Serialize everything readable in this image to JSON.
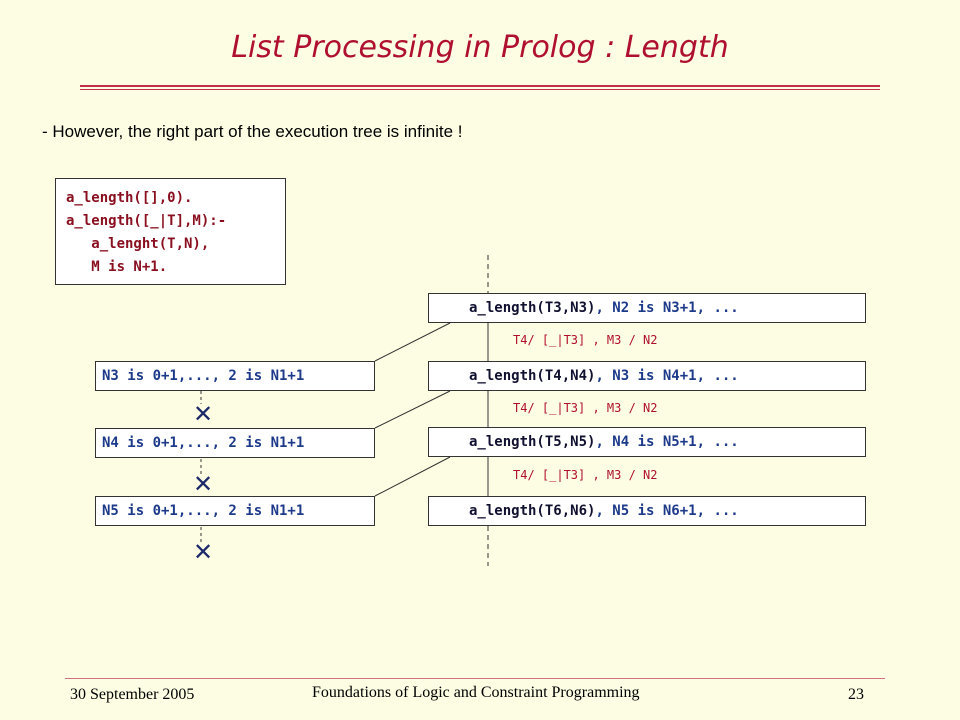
{
  "title": "List Processing in Prolog : Length",
  "bullet": "-  However, the right part of the execution tree is infinite !",
  "code": {
    "line1": "a_length([],0).",
    "line2": "a_length([_|T],M):-",
    "line3": "   a_lenght(T,N),",
    "line4": "   M is N+1."
  },
  "goals": [
    {
      "first": "a_length(T3,N3)",
      "rest": ", N2 is N3+1, ..."
    },
    {
      "first": "a_length(T4,N4)",
      "rest": ", N3 is N4+1, ..."
    },
    {
      "first": "a_length(T5,N5)",
      "rest": ", N4 is N5+1, ..."
    },
    {
      "first": "a_length(T6,N6)",
      "rest": ", N5 is N6+1, ..."
    }
  ],
  "substitutions": [
    "T4/ [_|T3] , M3 / N2",
    "T4/ [_|T3] , M3 / N2",
    "T4/ [_|T3] , M3 / N2"
  ],
  "left_goals": [
    "N3 is 0+1,..., 2 is N1+1",
    "N4 is 0+1,..., 2 is N1+1",
    "N5 is 0+1,..., 2 is N1+1"
  ],
  "cross_symbol": "✕",
  "footer": {
    "date": "30 September 2005",
    "course": "Foundations of Logic and Constraint Programming",
    "page": "23"
  },
  "colors": {
    "background": "#fdfde4",
    "title": "#b01030",
    "code": "#8a1020",
    "goal_text": "#1d3a8a",
    "substitution": "#b0102a"
  }
}
